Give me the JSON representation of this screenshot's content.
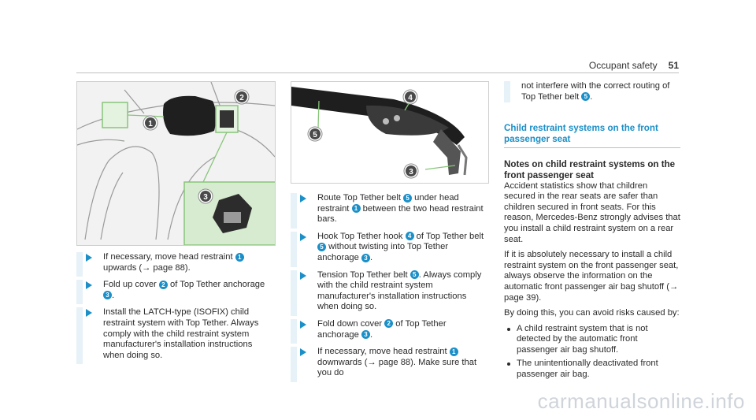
{
  "header": {
    "section": "Occupant safety",
    "page_number": "51"
  },
  "col1": {
    "steps": [
      [
        "If necessary, move head restraint ",
        "1",
        " upwards (→ page 88)."
      ],
      [
        "Fold up cover ",
        "2",
        " of Top Tether anchorage ",
        "3",
        "."
      ],
      [
        "Install the LATCH-type (ISOFIX) child restraint system with Top Tether. Always comply with the child restraint system manufacturer's installation instructions when doing so."
      ]
    ]
  },
  "col2": {
    "steps": [
      [
        "Route Top Tether belt ",
        "5",
        " under head restraint ",
        "1",
        " between the two head restraint bars."
      ],
      [
        "Hook Top Tether hook ",
        "4",
        " of Top Tether belt ",
        "5",
        " without twisting into Top Tether anchorage ",
        "3",
        "."
      ],
      [
        "Tension Top Tether belt ",
        "5",
        ". Always comply with the child restraint system manufacturer's installation instructions when doing so."
      ],
      [
        "Fold down cover ",
        "2",
        " of Top Tether anchorage ",
        "3",
        "."
      ],
      [
        "If necessary, move head restraint ",
        "1",
        " downwards (→ page 88). Make sure that you do"
      ]
    ]
  },
  "col3": {
    "continuation": [
      "not interfere with the correct routing of Top Tether belt ",
      "5",
      "."
    ],
    "section_title": "Child restraint systems on the front passenger seat",
    "subheading": "Notes on child restraint systems on the front passenger seat",
    "para1": "Accident statistics show that children secured in the rear seats are safer than children secured in front seats. For this reason, Mercedes-Benz strongly advises that you install a child restraint system on a rear seat.",
    "para2": "If it is absolutely necessary to install a child restraint system on the front passenger seat, always observe the information on the automatic front passenger air bag shutoff (→ page 39).",
    "para3": "By doing this, you can avoid risks caused by:",
    "bullets": [
      "A child restraint system that is not detected by the automatic front passenger air bag shutoff.",
      "The unintentionally deactivated front passenger air bag."
    ]
  },
  "figure1": {
    "callouts": [
      "1",
      "2",
      "3"
    ]
  },
  "figure2": {
    "callouts": [
      "4",
      "5",
      "3"
    ]
  },
  "watermark": "carmanualsonline.info",
  "colors": {
    "accent": "#1b8fc7",
    "step_bar": "#e6f2f8"
  }
}
